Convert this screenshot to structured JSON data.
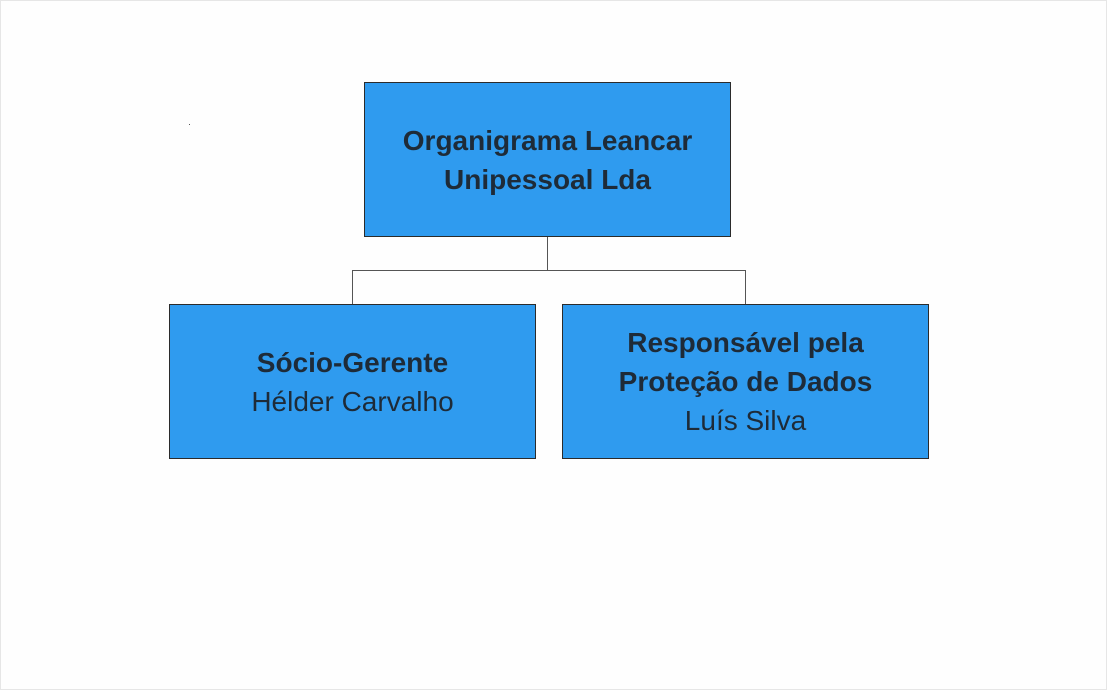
{
  "colors": {
    "node_fill": "#2f9bef",
    "node_border": "#2b2b2b",
    "text": "#1e2b38",
    "connector": "#555555"
  },
  "root": {
    "title_line1": "Organigrama Leancar",
    "title_line2": "Unipessoal Lda"
  },
  "children": [
    {
      "title_line1": "Sócio-Gerente",
      "name": "Hélder Carvalho"
    },
    {
      "title_line1": "Responsável pela",
      "title_line2": "Proteção de Dados",
      "name": "Luís Silva"
    }
  ]
}
